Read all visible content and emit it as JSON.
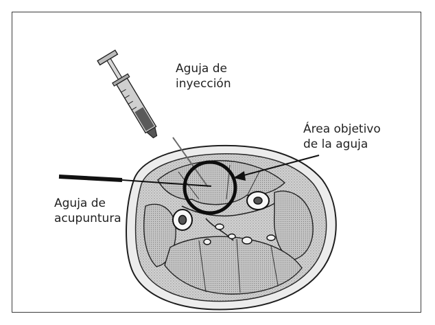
{
  "labels": {
    "injection_needle": {
      "line1": "Aguja de",
      "line2": "inyección"
    },
    "target_area": {
      "line1": "Área objetivo",
      "line2": "de la aguja"
    },
    "acupuncture_needle": {
      "line1": "Aguja de",
      "line2": "acupuntura"
    }
  },
  "colors": {
    "frame": "#3a3a3a",
    "tissue": "#c9c9c9",
    "outline": "#1e1e1e",
    "needle": "#111111",
    "text": "#222222"
  }
}
